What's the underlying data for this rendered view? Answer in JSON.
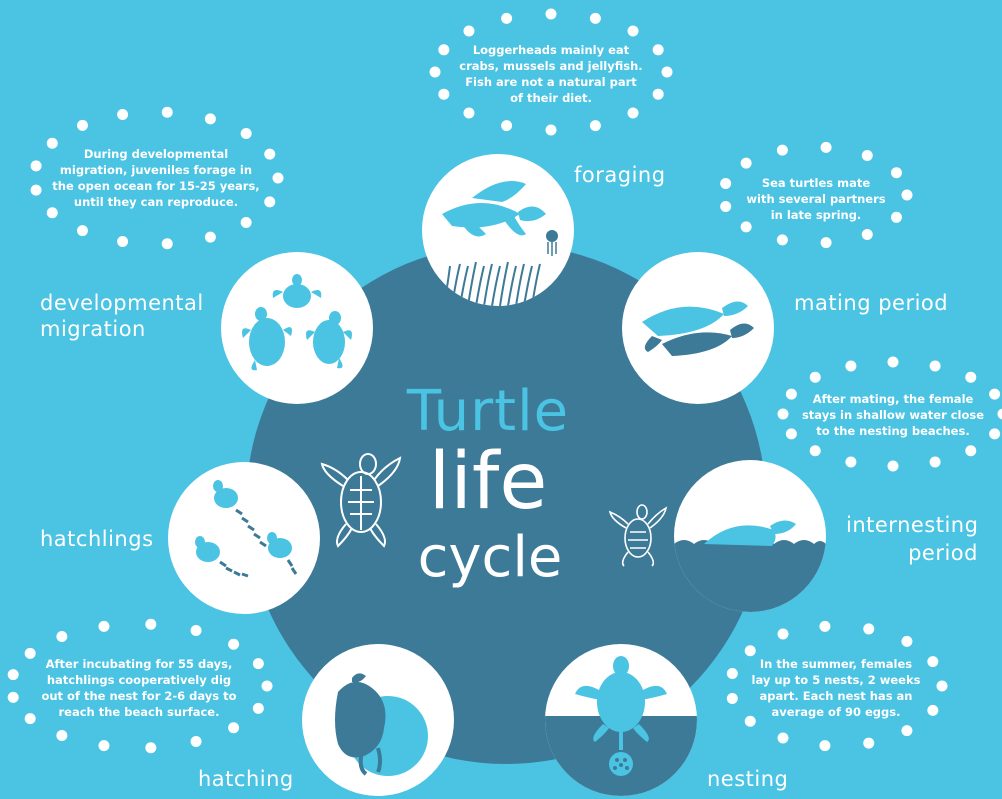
{
  "title": {
    "line1": "Turtle",
    "line2": "life",
    "line3": "cycle"
  },
  "colors": {
    "background": "#4bc3e3",
    "center": "#3d7a97",
    "accent": "#4bc3e3",
    "white": "#ffffff"
  },
  "stages": {
    "foraging": {
      "label": "foraging",
      "icon": "turtle-eating-jellyfish-icon"
    },
    "mating": {
      "label": "mating period",
      "icon": "mating-turtles-icon"
    },
    "internesting": {
      "label_line1": "internesting",
      "label_line2": "period",
      "icon": "turtle-in-water-icon"
    },
    "nesting": {
      "label": "nesting",
      "icon": "nesting-turtle-icon"
    },
    "hatching": {
      "label": "hatching",
      "icon": "hatching-egg-icon"
    },
    "hatchlings": {
      "label": "hatchlings",
      "icon": "hatchlings-icon"
    },
    "developmental": {
      "label_line1": "developmental",
      "label_line2": "migration",
      "icon": "juvenile-turtles-icon"
    }
  },
  "info": {
    "foraging": [
      "Loggerheads mainly eat",
      "crabs, mussels and jellyfish.",
      "Fish are not a natural part",
      "of their diet."
    ],
    "mating": [
      "Sea turtles mate",
      "with several partners",
      "in late spring."
    ],
    "internesting": [
      "After mating, the female",
      "stays in shallow water close",
      "to the nesting beaches."
    ],
    "nesting": [
      "In the summer, females",
      "lay up to 5 nests, 2 weeks",
      "apart. Each nest has an",
      "average of 90 eggs."
    ],
    "hatching": [
      "After incubating for 55 days,",
      "hatchlings cooperatively dig",
      "out of the nest for 2-6 days to",
      "reach the beach surface."
    ],
    "developmental": [
      "During developmental",
      "migration, juveniles forage in",
      "the open ocean for 15-25 years,",
      "until they can reproduce."
    ]
  }
}
